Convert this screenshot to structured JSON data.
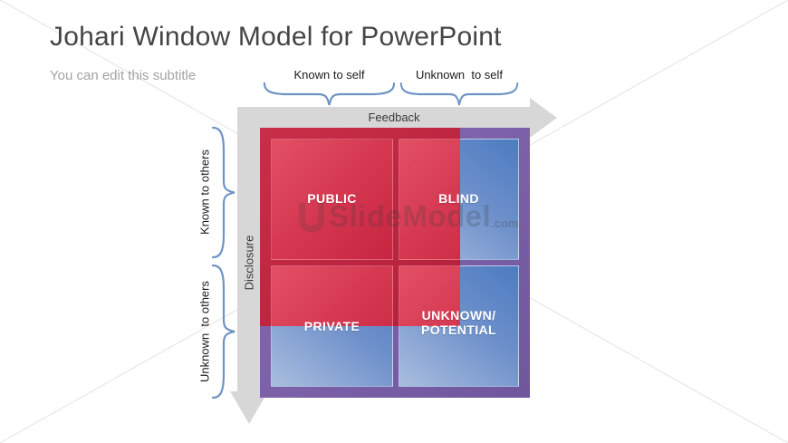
{
  "header": {
    "title": "Johari Window Model for PowerPoint",
    "subtitle": "You can edit this subtitle"
  },
  "diagram": {
    "top_axis": {
      "label": "Feedback",
      "brackets": [
        {
          "label": "Known to self"
        },
        {
          "label": "Unknown  to self"
        }
      ]
    },
    "left_axis": {
      "label": "Disclosure",
      "brackets": [
        {
          "label": "Known to others"
        },
        {
          "label": "Unknown  to others"
        }
      ]
    },
    "quadrants": [
      {
        "name": "public",
        "line1": "PUBLIC",
        "line2": ""
      },
      {
        "name": "blind",
        "line1": "BLIND",
        "line2": ""
      },
      {
        "name": "private",
        "line1": "PRIVATE",
        "line2": ""
      },
      {
        "name": "unknown",
        "line1": "UNKNOWN/",
        "line2": "POTENTIAL"
      }
    ]
  },
  "watermark": {
    "brand": "SlideModel",
    "tld": ".com"
  },
  "colors": {
    "quadrant_red": "#cd2845",
    "quadrant_blue": "#4c7cc1",
    "frame_purple": "#7c61a9",
    "arrow_gray": "#d7d7d7",
    "brace_blue": "#6f94c3",
    "title_gray": "#454545",
    "subtitle_gray": "#a3a3a3"
  }
}
